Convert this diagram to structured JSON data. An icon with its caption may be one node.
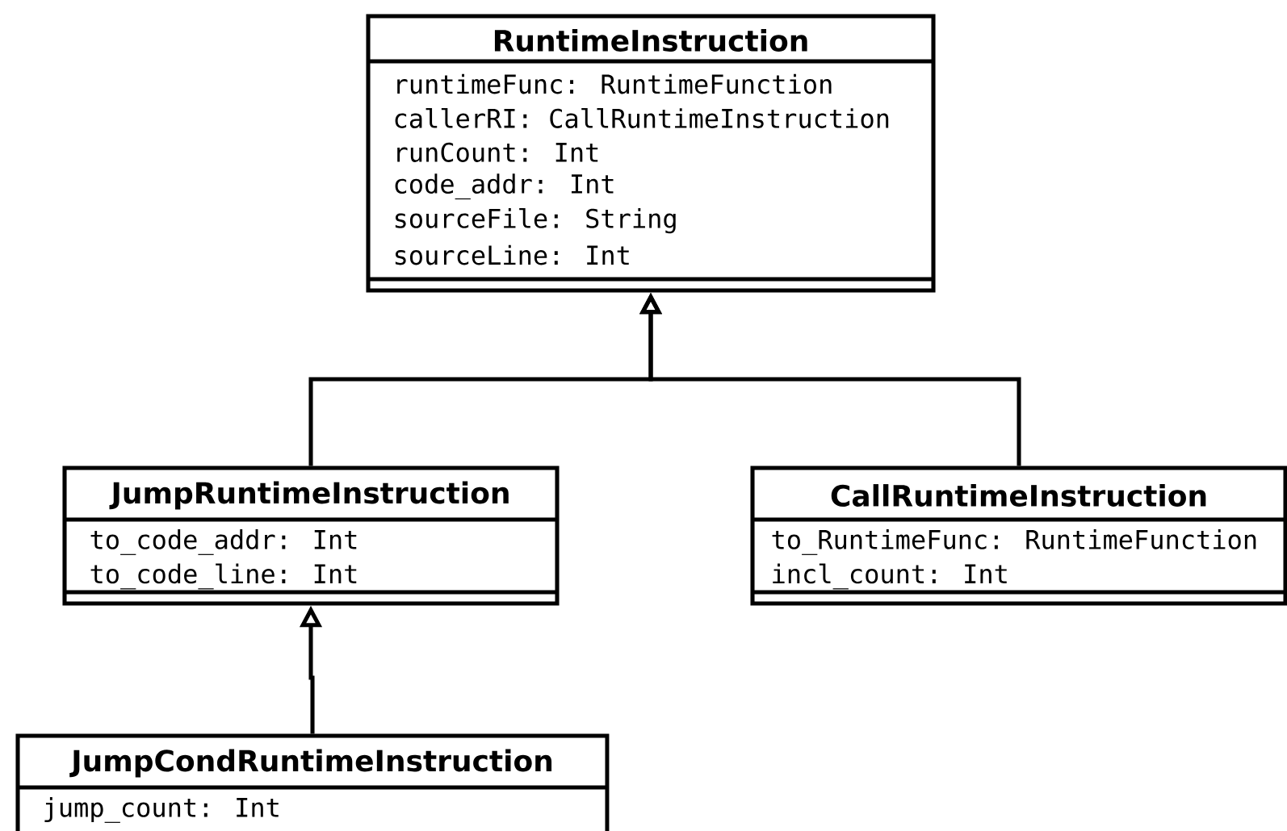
{
  "diagram": {
    "nodes": [
      {
        "text": [
          "RuntimeInstruction",
          "runtimeFunc: RuntimeFunction",
          "callerRI: CallRuntimeInstruction",
          "runCount: Int",
          "code_addr: Int",
          "sourceFile: String",
          "sourceLine: Int"
        ]
      },
      {
        "text": [
          "JumpRuntimeInstruction",
          "to_code_addr: Int",
          "to_code_line: Int"
        ]
      },
      {
        "text": [
          "CallRuntimeInstruction",
          "to_RuntimeFunc: RuntimeFunction",
          "incl_count: Int"
        ]
      },
      {
        "text": [
          "JumpCondRuntimeInstruction",
          "jump_count: Int"
        ]
      }
    ],
    "edges": [
      {
        "from": 1,
        "to": 0,
        "arrow": "to"
      },
      {
        "from": 2,
        "to": 0,
        "arrow": "to"
      },
      {
        "from": 3,
        "to": 1,
        "arrow": "to"
      }
    ]
  }
}
